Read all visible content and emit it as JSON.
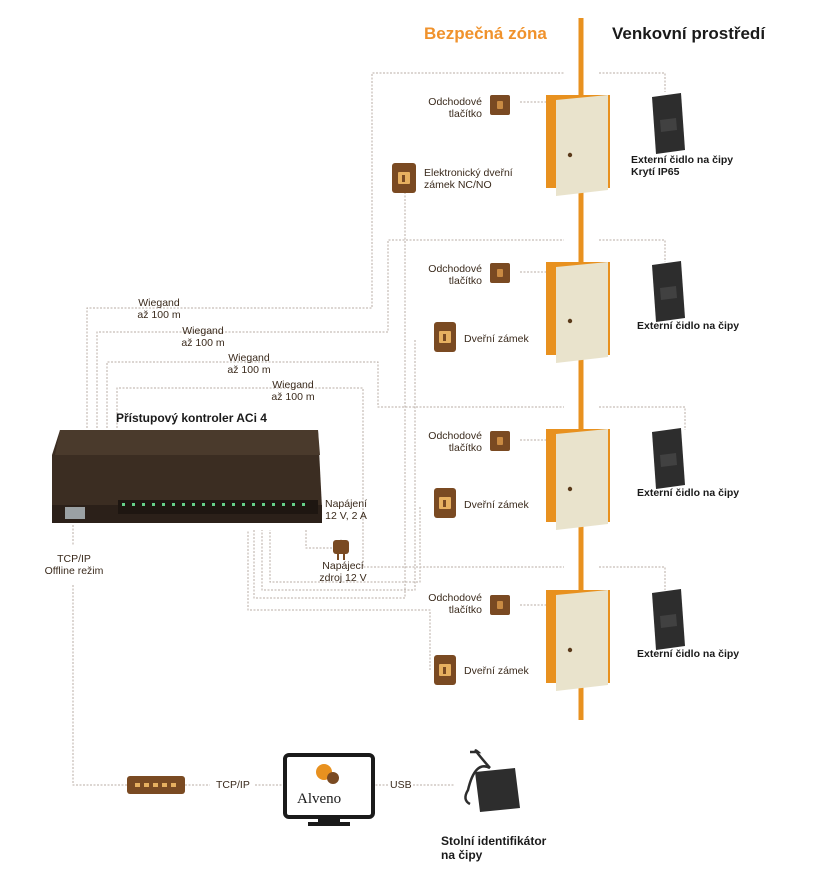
{
  "zones": {
    "safe": "Bezpečná zóna",
    "outside": "Venkovní prostředí"
  },
  "colors": {
    "safe_zone": "#f0922c",
    "wall": "#e8911f",
    "wire": "#b9aea6",
    "device": "#7a4a22",
    "reader": "#2d2d2d"
  },
  "controller": {
    "title": "Přístupový kontroler ACi 4"
  },
  "wiegand": [
    "Wiegand\naž 100 m",
    "Wiegand\naž 100 m",
    "Wiegand\naž 100 m",
    "Wiegand\naž 100 m"
  ],
  "power": {
    "spec": "Napájení\n12 V, 2 A",
    "supply": "Napájecí\nzdroj 12 V"
  },
  "network": {
    "mode": "TCP/IP\nOffline režim",
    "tcp": "TCP/IP",
    "usb": "USB"
  },
  "doors": [
    {
      "exit_button": "Odchodové\ntlačítko",
      "lock": "Elektronický dveřní\nzámek NC/NO",
      "reader": "Externí čidlo na čipy\nKrytí IP65"
    },
    {
      "exit_button": "Odchodové\ntlačítko",
      "lock": "Dveřní zámek",
      "reader": "Externí čidlo na čipy"
    },
    {
      "exit_button": "Odchodové\ntlačítko",
      "lock": "Dveřní zámek",
      "reader": "Externí čidlo na čipy"
    },
    {
      "exit_button": "Odchodové\ntlačítko",
      "lock": "Dveřní zámek",
      "reader": "Externí čidlo na čipy"
    }
  ],
  "software": {
    "logo": "Alveno"
  },
  "desktop_reader": {
    "label": "Stolní identifikátor\nna čipy"
  }
}
